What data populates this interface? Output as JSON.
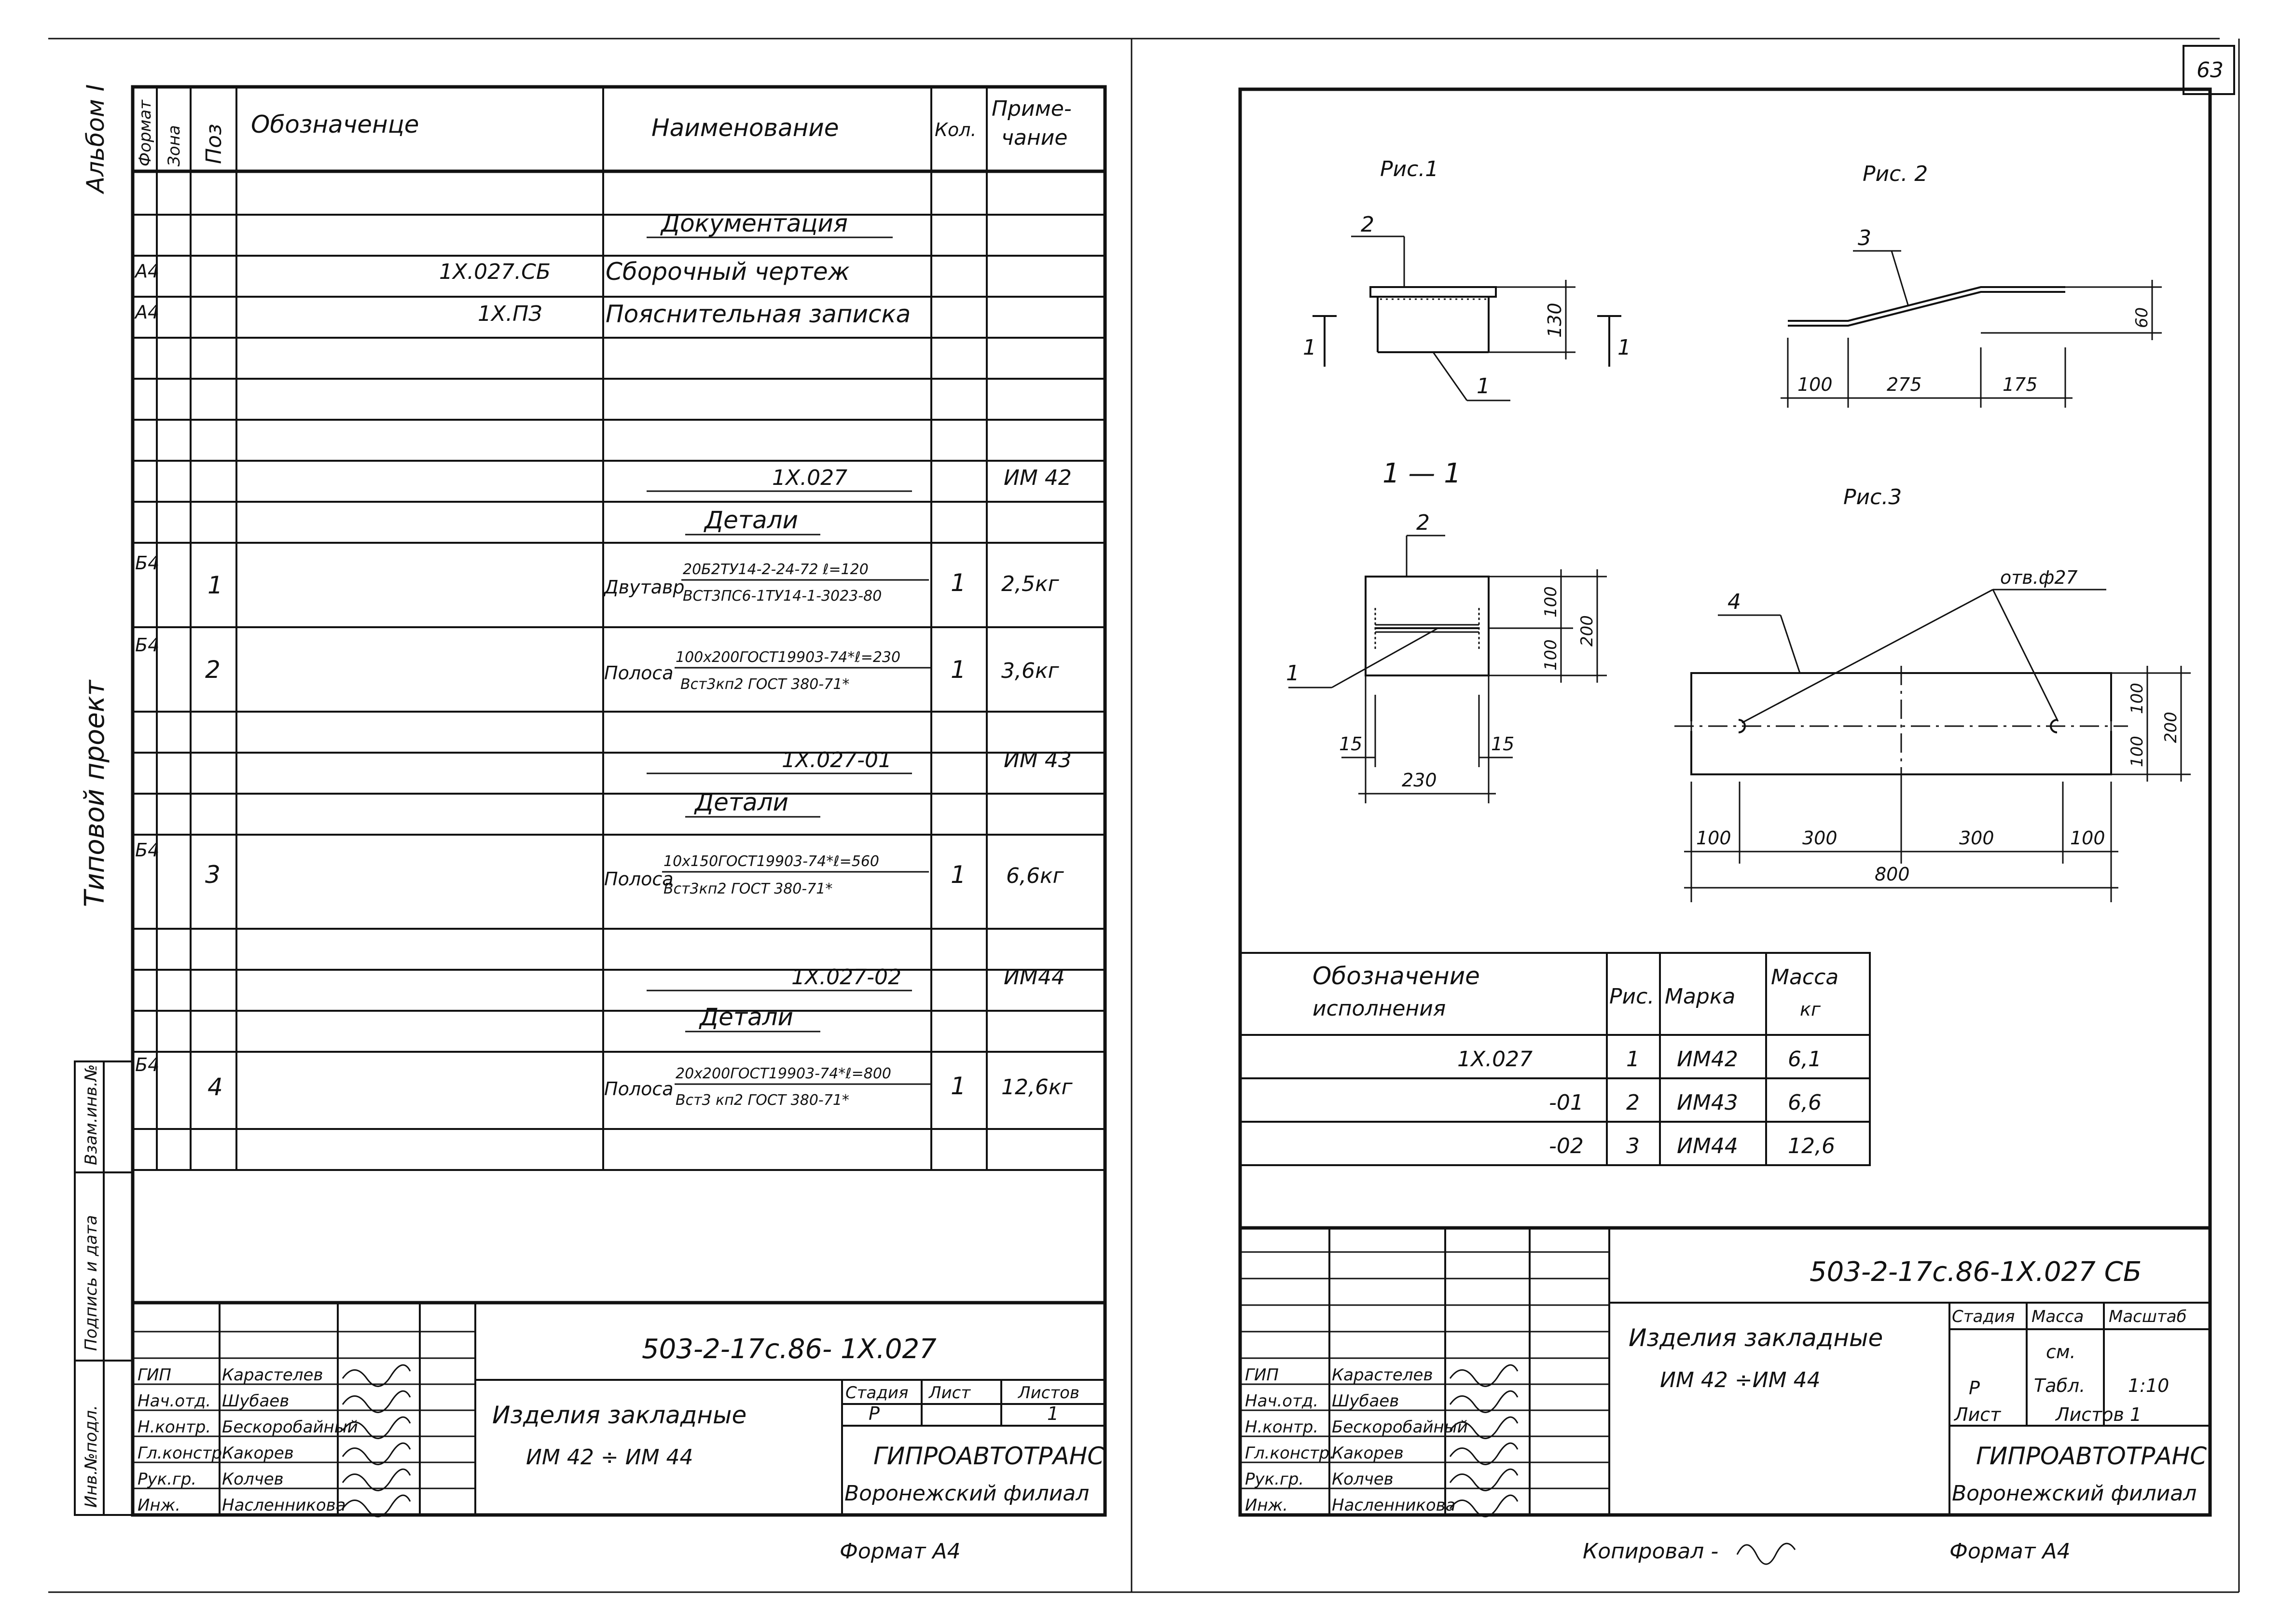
{
  "sheet_number": "63",
  "left": {
    "side_labels": {
      "top": "Альбом I",
      "middle": "Типовой проект"
    },
    "binding_labels": [
      "Инв.№подл.",
      "Подпись и дата",
      "Взам.инв.№"
    ],
    "headers": {
      "format": "Формат",
      "zone": "Зона",
      "pos": "Поз",
      "designation": "Обозначенце",
      "name": "Наименование",
      "qty": "Кол.",
      "note_1": "Приме-",
      "note_2": "чание"
    },
    "rows": {
      "doc_heading": "Документация",
      "doc1_fmt": "А4",
      "doc1_des": "1Х.027.СБ",
      "doc1_name": "Сборочный чертеж",
      "doc2_fmt": "А4",
      "doc2_des": "1Х.ПЗ",
      "doc2_name": "Пояснительная записка",
      "v1_des": "1Х.027",
      "v1_note": "ИМ 42",
      "v1_heading": "Детали",
      "p1_fmt": "Б4",
      "p1_pos": "1",
      "p1_name": "Двутавр",
      "p1_num": "20Б2ТУ14-2-24-72 ℓ=120",
      "p1_den": "ВСТ3ПС6-1ТУ14-1-3023-80",
      "p1_qty": "1",
      "p1_note": "2,5кг",
      "p2_fmt": "Б4",
      "p2_pos": "2",
      "p2_name": "Полоса",
      "p2_num": "100х200ГОСТ19903-74*ℓ=230",
      "p2_den": "Вст3кп2 ГОСТ 380-71*",
      "p2_qty": "1",
      "p2_note": "3,6кг",
      "v2_des": "1Х.027-01",
      "v2_note": "ИМ 43",
      "v2_heading": "Детали",
      "p3_fmt": "Б4",
      "p3_pos": "3",
      "p3_name": "Полоса",
      "p3_num": "10х150ГОСТ19903-74*ℓ=560",
      "p3_den": "Вст3кп2 ГОСТ 380-71*",
      "p3_qty": "1",
      "p3_note": "6,6кг",
      "v3_des": "1Х.027-02",
      "v3_note": "ИМ44",
      "v3_heading": "Детали",
      "p4_fmt": "Б4",
      "p4_pos": "4",
      "p4_name": "Полоса",
      "p4_num": "20х200ГОСТ19903-74*ℓ=800",
      "p4_den": "Вст3 кп2 ГОСТ 380-71*",
      "p4_qty": "1",
      "p4_note": "12,6кг"
    },
    "title_block": {
      "code": "503-2-17с.86- 1Х.027",
      "product_1": "Изделия закладные",
      "product_2": "ИМ 42 ÷ ИМ 44",
      "stage_label": "Стадия",
      "sheet_label": "Лист",
      "sheets_label": "Листов",
      "stage": "Р",
      "sheets": "1",
      "org_1": "ГИПРОАВТОТРАНС",
      "org_2": "Воронежский филиал",
      "roles": [
        "ГИП",
        "Нач.отд.",
        "Н.контр.",
        "Гл.констр.",
        "Рук.гр.",
        "Инж."
      ],
      "names": [
        "Карастелев",
        "Шубаев",
        "Бескоробайный",
        "Какорев",
        "Колчев",
        "Насленникова"
      ]
    },
    "format": "Формат А4"
  },
  "right": {
    "fig1": {
      "title": "Рис.1",
      "tag_2": "2",
      "tag_1": "1",
      "dim_130": "130",
      "section_left": "1",
      "section_right": "1",
      "section_title": "1 — 1",
      "sec_tag_2": "2",
      "sec_tag_1": "1",
      "dim_100a": "100",
      "dim_100b": "100",
      "dim_200": "200",
      "dim_15a": "15",
      "dim_15b": "15",
      "dim_230": "230"
    },
    "fig2": {
      "title": "Рис. 2",
      "tag_3": "3",
      "dim_60": "60",
      "dim_100": "100",
      "dim_275": "275",
      "dim_175": "175"
    },
    "fig3": {
      "title": "Рис.3",
      "tag_4": "4",
      "hole": "отв.ф27",
      "dim_100a": "100",
      "dim_100b": "100",
      "dim_200": "200",
      "dim_b100a": "100",
      "dim_b300a": "300",
      "dim_b300b": "300",
      "dim_b100b": "100",
      "dim_800": "800"
    },
    "exec_table": {
      "h_designation_1": "Обозначение",
      "h_designation_2": "исполнения",
      "h_fig": "Рис.",
      "h_mark": "Марка",
      "h_mass_1": "Масса",
      "h_mass_2": "кг",
      "rows": [
        {
          "designation": "1Х.027",
          "fig": "1",
          "mark": "ИМ42",
          "mass": "6,1"
        },
        {
          "designation": "-01",
          "fig": "2",
          "mark": "ИМ43",
          "mass": "6,6"
        },
        {
          "designation": "-02",
          "fig": "3",
          "mark": "ИМ44",
          "mass": "12,6"
        }
      ]
    },
    "title_block": {
      "code": "503-2-17с.86-1Х.027 СБ",
      "product_1": "Изделия закладные",
      "product_2": "ИМ 42 ÷ИМ 44",
      "stage_label": "Стадия",
      "mass_label": "Масса",
      "scale_label": "Масштаб",
      "stage": "Р",
      "mass_1": "см.",
      "mass_2": "Табл.",
      "scale": "1:10",
      "sheet_label": "Лист",
      "sheets_label": "Листов 1",
      "org_1": "ГИПРОАВТОТРАНС",
      "org_2": "Воронежский филиал",
      "roles": [
        "ГИП",
        "Нач.отд.",
        "Н.контр.",
        "Гл.констр.",
        "Рук.гр.",
        "Инж."
      ],
      "names": [
        "Карастелев",
        "Шубаев",
        "Бескоробайный",
        "Какорев",
        "Колчев",
        "Насленникова"
      ]
    },
    "copied": "Копировал -",
    "format": "Формат А4"
  }
}
